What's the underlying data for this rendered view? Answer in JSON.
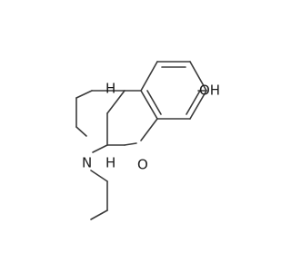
{
  "molecule": {
    "atom_labels": {
      "oxygen_ring": "O",
      "hydroxyl": "OH",
      "nitrogen": "N"
    },
    "stereo_labels": {
      "h_upper": "H",
      "h_lower": "H"
    },
    "colors": {
      "bond": "#3a3a3a",
      "text": "#1a1a1a",
      "background": "#ffffff"
    }
  }
}
